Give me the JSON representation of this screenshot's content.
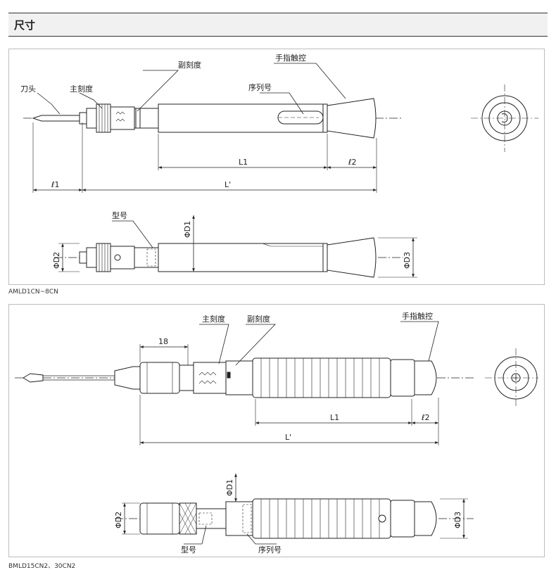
{
  "header": {
    "title": "尺寸"
  },
  "diagram_a": {
    "caption": "AMLD1CN~8CN",
    "labels": {
      "blade": "刀头",
      "main_scale": "主刻度",
      "sub_scale": "副刻度",
      "finger_grip": "手指触控",
      "serial_number": "序列号",
      "model_number": "型号",
      "l1_small": "ℓ1",
      "L1": "L1",
      "l2_small": "ℓ2",
      "L_prime": "L'",
      "D1": "ΦD1",
      "D2": "ΦD2",
      "D3": "ΦD3"
    }
  },
  "diagram_b": {
    "caption": "BMLD15CN2、30CN2",
    "labels": {
      "main_scale": "主刻度",
      "sub_scale": "副刻度",
      "finger_grip": "手指触控",
      "dim_18": "18",
      "L1": "L1",
      "l2_small": "ℓ2",
      "L_prime": "L'",
      "D1": "ΦD1",
      "D2": "ΦD2",
      "D3": "ΦD3",
      "model_number": "型号",
      "serial_number": "序列号"
    }
  }
}
